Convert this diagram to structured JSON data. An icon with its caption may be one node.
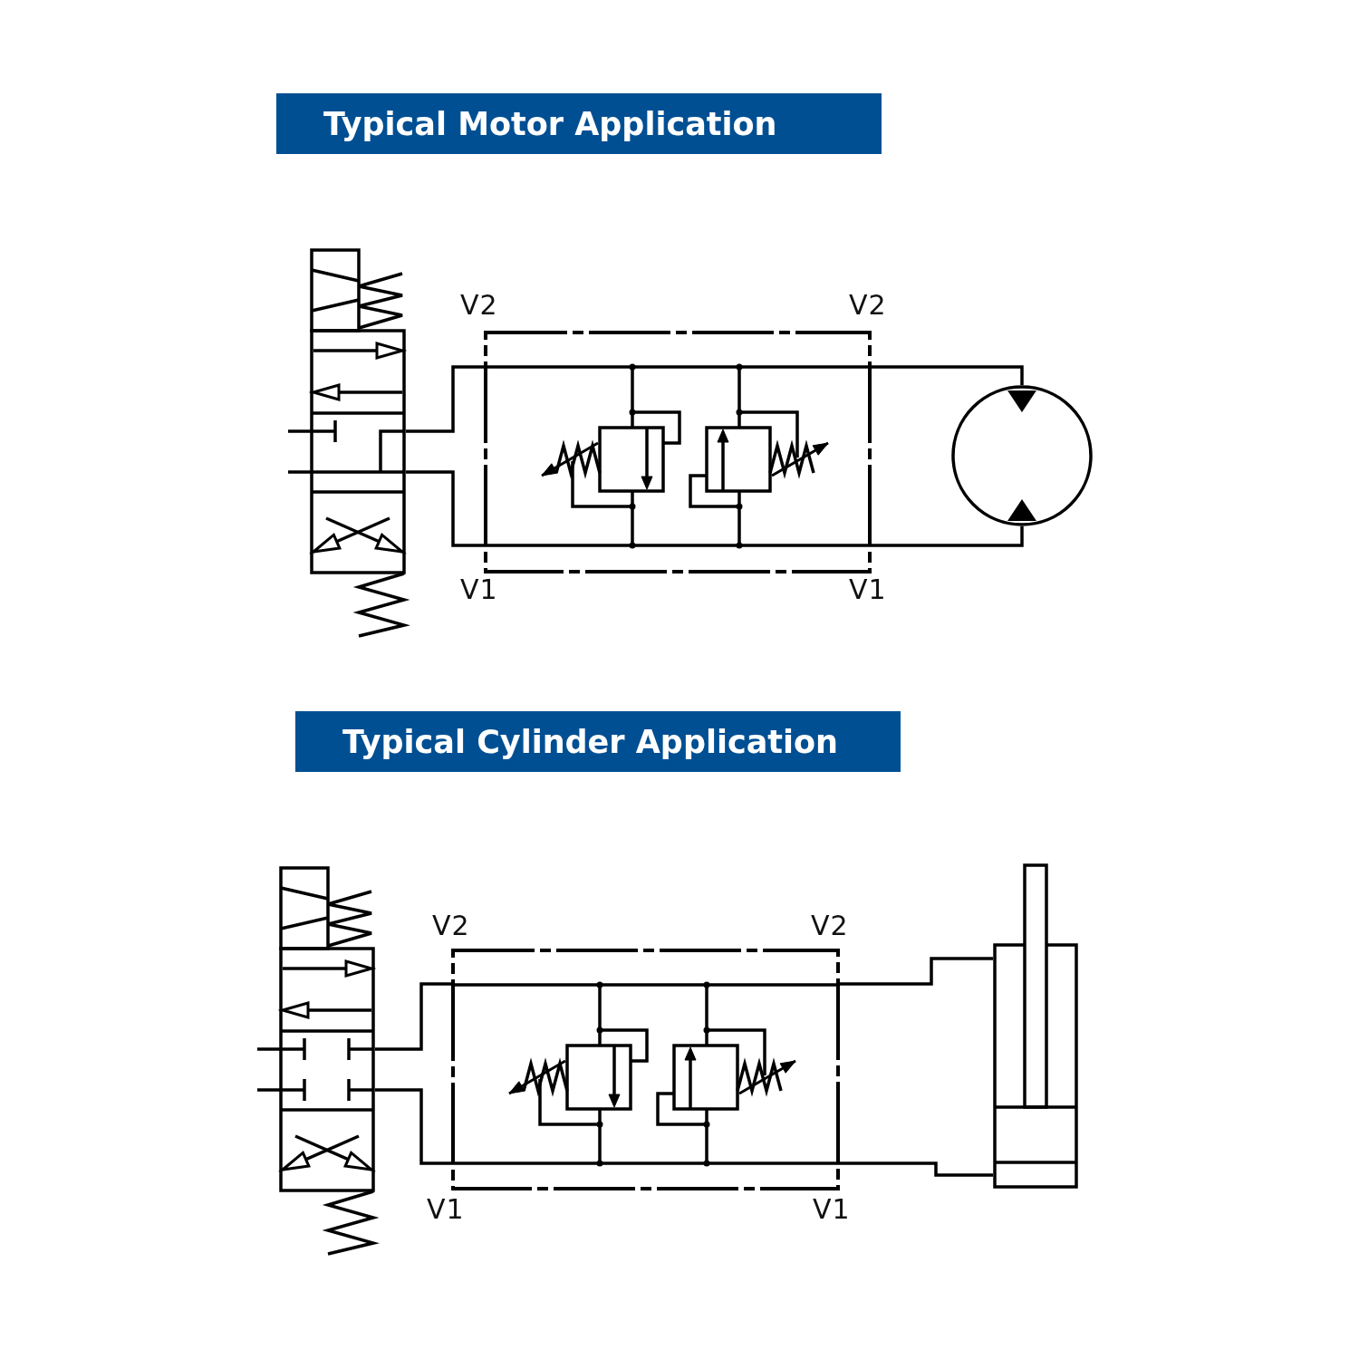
{
  "diagram": {
    "nodes": [
      {
        "text": [
          "Typical Motor Application"
        ]
      },
      {
        "text": [],
        "shape": "valve"
      },
      {
        "text": [],
        "shape": "box"
      },
      {
        "text": [],
        "shape": "circle"
      },
      {
        "text": [
          "Typical Cylinder Application"
        ]
      },
      {
        "text": [],
        "shape": "valve"
      },
      {
        "text": [],
        "shape": "box"
      },
      {
        "text": [],
        "shape": "cylinder"
      }
    ],
    "edges": [
      {
        "from": 1,
        "to": 2,
        "arrow": "none"
      },
      {
        "from": 1,
        "to": 2,
        "arrow": "none"
      },
      {
        "from": 2,
        "to": 3,
        "arrow": "none"
      },
      {
        "from": 2,
        "to": 3,
        "arrow": "none"
      },
      {
        "from": 5,
        "to": 6,
        "arrow": "none"
      },
      {
        "from": 5,
        "to": 6,
        "arrow": "none"
      },
      {
        "from": 6,
        "to": 7,
        "arrow": "none"
      },
      {
        "from": 6,
        "to": 7,
        "arrow": "none"
      }
    ],
    "labels": [
      "V2",
      "V2",
      "V1",
      "V1",
      "V2",
      "V2",
      "V1",
      "V1"
    ]
  }
}
